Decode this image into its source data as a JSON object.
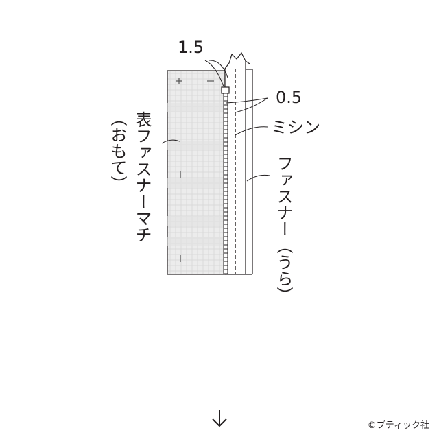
{
  "labels": {
    "dim_seam": "1.5",
    "dim_stitch": "0.5",
    "machine_stitch": "ミシン",
    "zipper_back": "ファスナー（うら）",
    "gusset_front": "表ファスナーマチ",
    "gusset_front_note": "（おもて）"
  },
  "arrow": "↓",
  "copyright": "©ブティック社",
  "colors": {
    "line": "#231f20",
    "fabric": "#ebebeb",
    "fabric_grid": "#d6d6d6"
  }
}
